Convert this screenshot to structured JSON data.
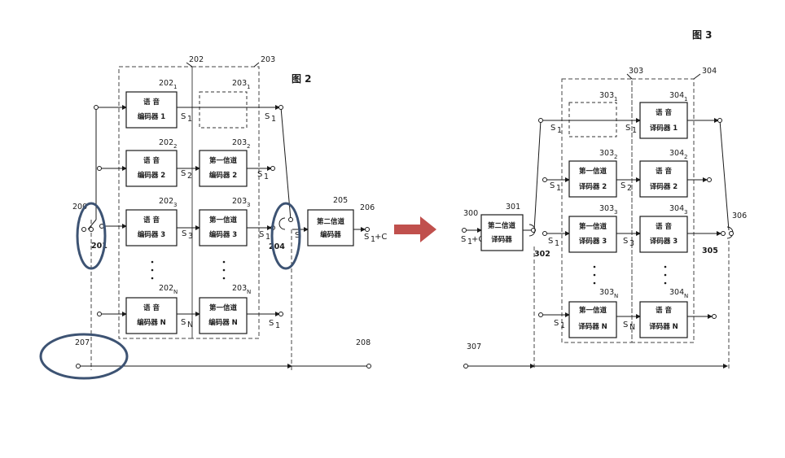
{
  "figure2": {
    "title": "图 2",
    "refs": {
      "r200": "200",
      "r201": "201",
      "r202": "202",
      "r203": "203",
      "r204": "204",
      "r205": "205",
      "r206": "206",
      "r207": "207",
      "r208": "208",
      "r202_1": "202",
      "r202_1s": "1",
      "r202_2": "202",
      "r202_2s": "2",
      "r202_3": "202",
      "r202_3s": "3",
      "r202_N": "202",
      "r202_Ns": "N",
      "r203_1": "203",
      "r203_1s": "1",
      "r203_2": "203",
      "r203_2s": "2",
      "r203_3": "203",
      "r203_3s": "3",
      "r203_N": "203",
      "r203_Ns": "N"
    },
    "blocks": {
      "speech1_l1": "语 音",
      "speech1_l2": "编码器 1",
      "speech2_l1": "语 音",
      "speech2_l2": "编码器 2",
      "speech3_l1": "语 音",
      "speech3_l2": "编码器 3",
      "speechN_l1": "语 音",
      "speechN_l2": "编码器 N",
      "ch2_l1": "第一信道",
      "ch2_l2": "编码器 2",
      "ch3_l1": "第一信道",
      "ch3_l2": "编码器 3",
      "chN_l1": "第一信道",
      "chN_l2": "编码器 N",
      "second_l1": "第二信道",
      "second_l2": "编码器"
    },
    "signals": {
      "s1a": "S",
      "s1a_sub": "1",
      "s1b": "S",
      "s1b_sub": "1",
      "s2": "S",
      "s2_sub": "2",
      "s1c": "S",
      "s1c_sub": "1",
      "s3": "S",
      "s3_sub": "3",
      "s1d": "S",
      "s1d_sub": "1",
      "sN": "S",
      "sN_sub": "N",
      "s1e": "S",
      "s1e_sub": "1",
      "sw_s": "S",
      "out_s": "S",
      "out_sub": "1",
      "out_c": "+C"
    }
  },
  "figure3": {
    "title": "图 3",
    "refs": {
      "r300": "300",
      "r301": "301",
      "r302": "302",
      "r303": "303",
      "r304": "304",
      "r305": "305",
      "r306": "306",
      "r307": "307",
      "r303_1": "303",
      "r303_1s": "1",
      "r303_2": "303",
      "r303_2s": "2",
      "r303_3": "303",
      "r303_3s": "3",
      "r303_N": "303",
      "r303_Ns": "N",
      "r304_1": "304",
      "r304_1s": "1",
      "r304_2": "304",
      "r304_2s": "2",
      "r304_3": "304",
      "r304_3s": "3",
      "r304_N": "304",
      "r304_Ns": "N"
    },
    "blocks": {
      "second_l1": "第二信道",
      "second_l2": "译码器",
      "ch2_l1": "第一信道",
      "ch2_l2": "译码器 2",
      "ch3_l1": "第一信道",
      "ch3_l2": "译码器 3",
      "chN_l1": "第一信道",
      "chN_l2": "译码器 N",
      "speech1_l1": "语 音",
      "speech1_l2": "译码器 1",
      "speech2_l1": "语 音",
      "speech2_l2": "译码器 2",
      "speech3_l1": "语 音",
      "speech3_l2": "译码器 3",
      "speechN_l1": "语 音",
      "speechN_l2": "译码器 N"
    },
    "signals": {
      "in_s": "S",
      "in_sub": "1",
      "in_c": "+C",
      "s1a": "S",
      "s1a_sub": "1",
      "s1b": "S",
      "s1b_sub": "1",
      "s1c": "S",
      "s1c_sub": "1",
      "s2": "S",
      "s2_sub": "2",
      "s1d": "S",
      "s1d_sub": "1",
      "s3": "S",
      "s3_sub": "3",
      "s1e": "S",
      "s1e_sub": "1",
      "sN": "S",
      "sN_sub": "N"
    }
  },
  "colors": {
    "highlight": "#3d5373",
    "arrow": "#c0504d",
    "line": "#1a1a1a"
  }
}
